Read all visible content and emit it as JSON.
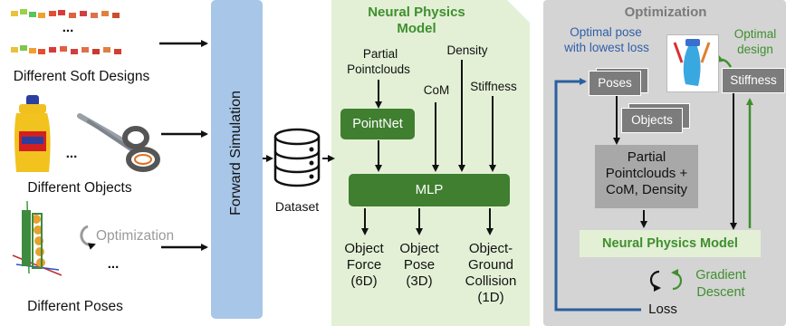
{
  "left": {
    "designs_label": "Different Soft Designs",
    "objects_label": "Different Objects",
    "poses_label": "Different Poses",
    "designs_ellipsis": "...",
    "objects_ellipsis": "...",
    "poses_ellipsis": "...",
    "optimization_hint": "Optimization"
  },
  "sim": {
    "label": "Forward Simulation"
  },
  "dataset": {
    "label": "Dataset"
  },
  "model": {
    "title_line1": "Neural Physics",
    "title_line2": "Model",
    "input_partial_line1": "Partial",
    "input_partial_line2": "Pointclouds",
    "input_com": "CoM",
    "input_density": "Density",
    "input_stiffness": "Stiffness",
    "pointnet": "PointNet",
    "mlp": "MLP",
    "outputs": [
      {
        "lines": [
          "Object",
          "Force",
          "(6D)"
        ]
      },
      {
        "lines": [
          "Object",
          "Pose",
          "(3D)"
        ]
      },
      {
        "lines": [
          "Object-",
          "Ground",
          "Collision",
          "(1D)"
        ]
      }
    ]
  },
  "opt": {
    "title": "Optimization",
    "optimal_pose_line1": "Optimal pose",
    "optimal_pose_line2": "with lowest loss",
    "optimal_design_line1": "Optimal",
    "optimal_design_line2": "design",
    "poses": "Poses",
    "objects": "Objects",
    "stiffness": "Stiffness",
    "pc_line1": "Partial",
    "pc_line2": "Pointclouds +",
    "pc_line3": "CoM, Density",
    "npm": "Neural Physics Model",
    "gradient_line1": "Gradient",
    "gradient_line2": "Descent",
    "loss": "Loss"
  },
  "colors": {
    "green_dark": "#3f7f2f",
    "green_panel": "#e3f0d6",
    "green_light": "#d9ecc8",
    "sim_blue": "#a7c6e8",
    "opt_gray": "#d4d4d4",
    "blue_text": "#2f5fa8",
    "loss_blue": "#2a5fa0",
    "green_text": "#3f8f2f"
  }
}
